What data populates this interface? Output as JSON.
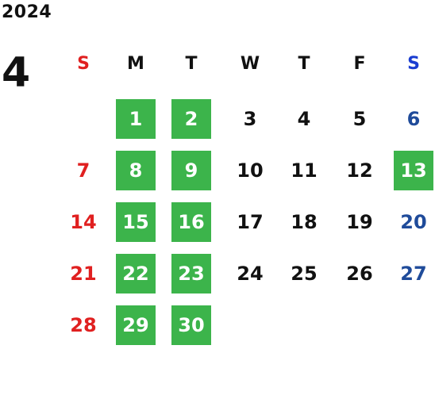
{
  "year": "2024",
  "month": "4",
  "weekdays": [
    "S",
    "M",
    "T",
    "W",
    "T",
    "F",
    "S"
  ],
  "colors": {
    "sunday": "#e02020",
    "saturday_header": "#1a3dd1",
    "saturday": "#1f4b9a",
    "weekday": "#111111",
    "highlight_bg": "#3cb44b",
    "highlight_text": "#ffffff"
  },
  "weeks": [
    [
      {
        "day": ""
      },
      {
        "day": "1",
        "highlight": true
      },
      {
        "day": "2",
        "highlight": true
      },
      {
        "day": "3"
      },
      {
        "day": "4"
      },
      {
        "day": "5"
      },
      {
        "day": "6"
      }
    ],
    [
      {
        "day": "7"
      },
      {
        "day": "8",
        "highlight": true
      },
      {
        "day": "9",
        "highlight": true
      },
      {
        "day": "10"
      },
      {
        "day": "11"
      },
      {
        "day": "12"
      },
      {
        "day": "13",
        "highlight": true
      }
    ],
    [
      {
        "day": "14"
      },
      {
        "day": "15",
        "highlight": true
      },
      {
        "day": "16",
        "highlight": true
      },
      {
        "day": "17"
      },
      {
        "day": "18"
      },
      {
        "day": "19"
      },
      {
        "day": "20"
      }
    ],
    [
      {
        "day": "21"
      },
      {
        "day": "22",
        "highlight": true
      },
      {
        "day": "23",
        "highlight": true
      },
      {
        "day": "24"
      },
      {
        "day": "25"
      },
      {
        "day": "26"
      },
      {
        "day": "27"
      }
    ],
    [
      {
        "day": "28"
      },
      {
        "day": "29",
        "highlight": true
      },
      {
        "day": "30",
        "highlight": true
      },
      {
        "day": ""
      },
      {
        "day": ""
      },
      {
        "day": ""
      },
      {
        "day": ""
      }
    ]
  ]
}
